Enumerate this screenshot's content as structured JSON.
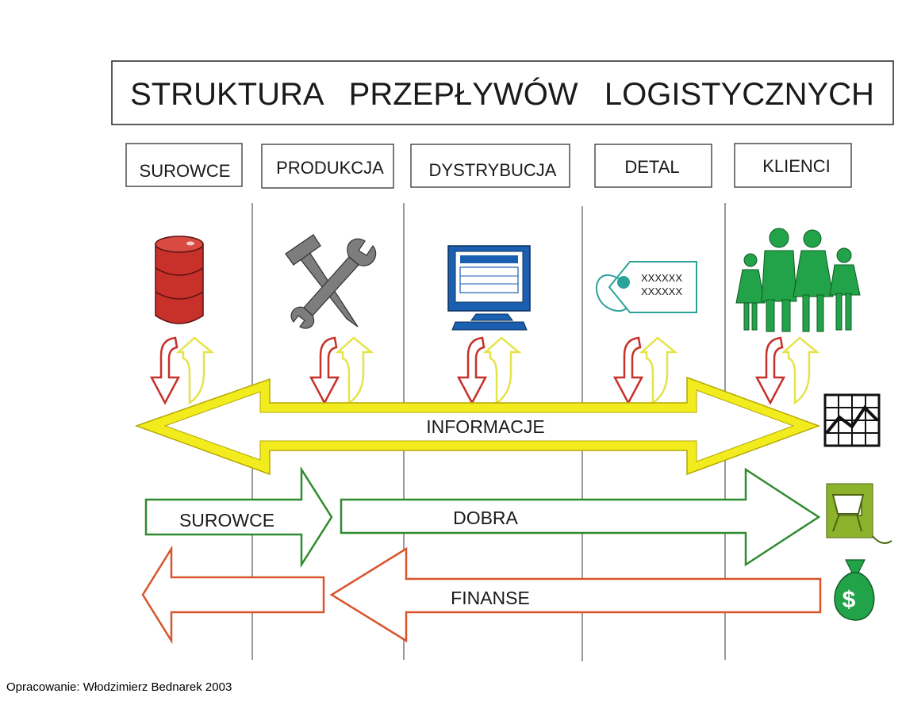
{
  "title": "STRUKTURA   PRZEPŁYWÓW   LOGISTYCZNYCH",
  "stages": [
    {
      "id": "surowce",
      "label": "SUROWCE",
      "icon": "oil-barrel-icon"
    },
    {
      "id": "produkcja",
      "label": "PRODUKCJA",
      "icon": "hammer-wrench-icon"
    },
    {
      "id": "dystrybucja",
      "label": "DYSTRYBUCJA",
      "icon": "computer-icon"
    },
    {
      "id": "detal",
      "label": "DETAL",
      "icon": "price-tag-icon"
    },
    {
      "id": "klienci",
      "label": "KLIENCI",
      "icon": "family-icon"
    }
  ],
  "tag_text": [
    "XXXXXX",
    "XXXXXX"
  ],
  "flows": {
    "informacje": {
      "label": "INFORMACJE",
      "color": "#f2ec1f",
      "icon": "chart-icon"
    },
    "surowce": {
      "label": "SUROWCE",
      "color": "#2e8b2e"
    },
    "dobra": {
      "label": "DOBRA",
      "color": "#2e8b2e",
      "icon": "shopping-cart-icon"
    },
    "finanse": {
      "label": "FINANSE",
      "color": "#d9542b",
      "icon": "money-bag-icon"
    }
  },
  "colors": {
    "barrel": "#c8302a",
    "tools": "#7d7d7d",
    "computer": "#1a5fb0",
    "tag": "#2aa39a",
    "people": "#22a349",
    "down_arrow": "#c8302a",
    "up_arrow": "#e6e34a"
  },
  "credit": "Opracowanie: Włodzimierz Bednarek 2003"
}
